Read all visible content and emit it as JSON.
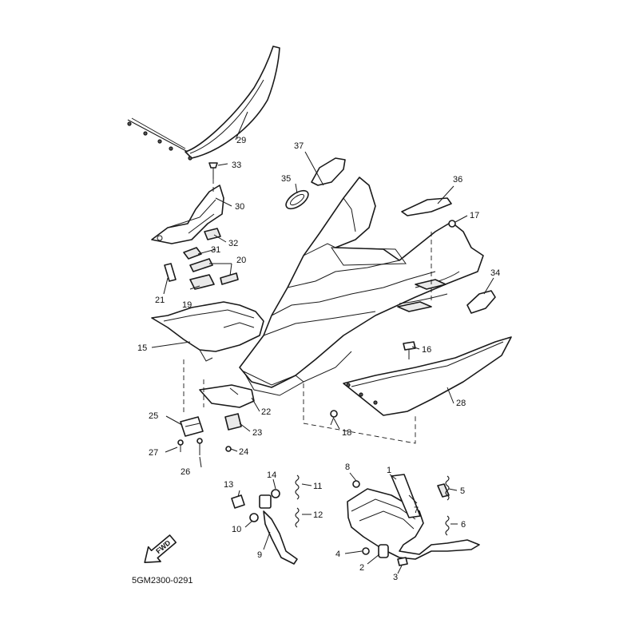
{
  "diagram_code": "5GM2300-0291",
  "fwd_label": "FWD",
  "callouts": [
    "1",
    "2",
    "3",
    "4",
    "5",
    "6",
    "7",
    "8",
    "9",
    "10",
    "11",
    "12",
    "13",
    "14",
    "15",
    "16",
    "17",
    "18",
    "19",
    "20",
    "21",
    "22",
    "23",
    "24",
    "25",
    "26",
    "27",
    "28",
    "29",
    "30",
    "31",
    "32",
    "33",
    "34",
    "35",
    "36",
    "37"
  ]
}
